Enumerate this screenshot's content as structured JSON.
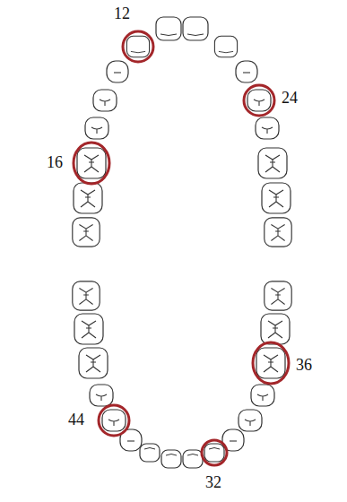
{
  "diagram": {
    "labels": [
      "12",
      "24",
      "16",
      "36",
      "44",
      "32"
    ]
  }
}
